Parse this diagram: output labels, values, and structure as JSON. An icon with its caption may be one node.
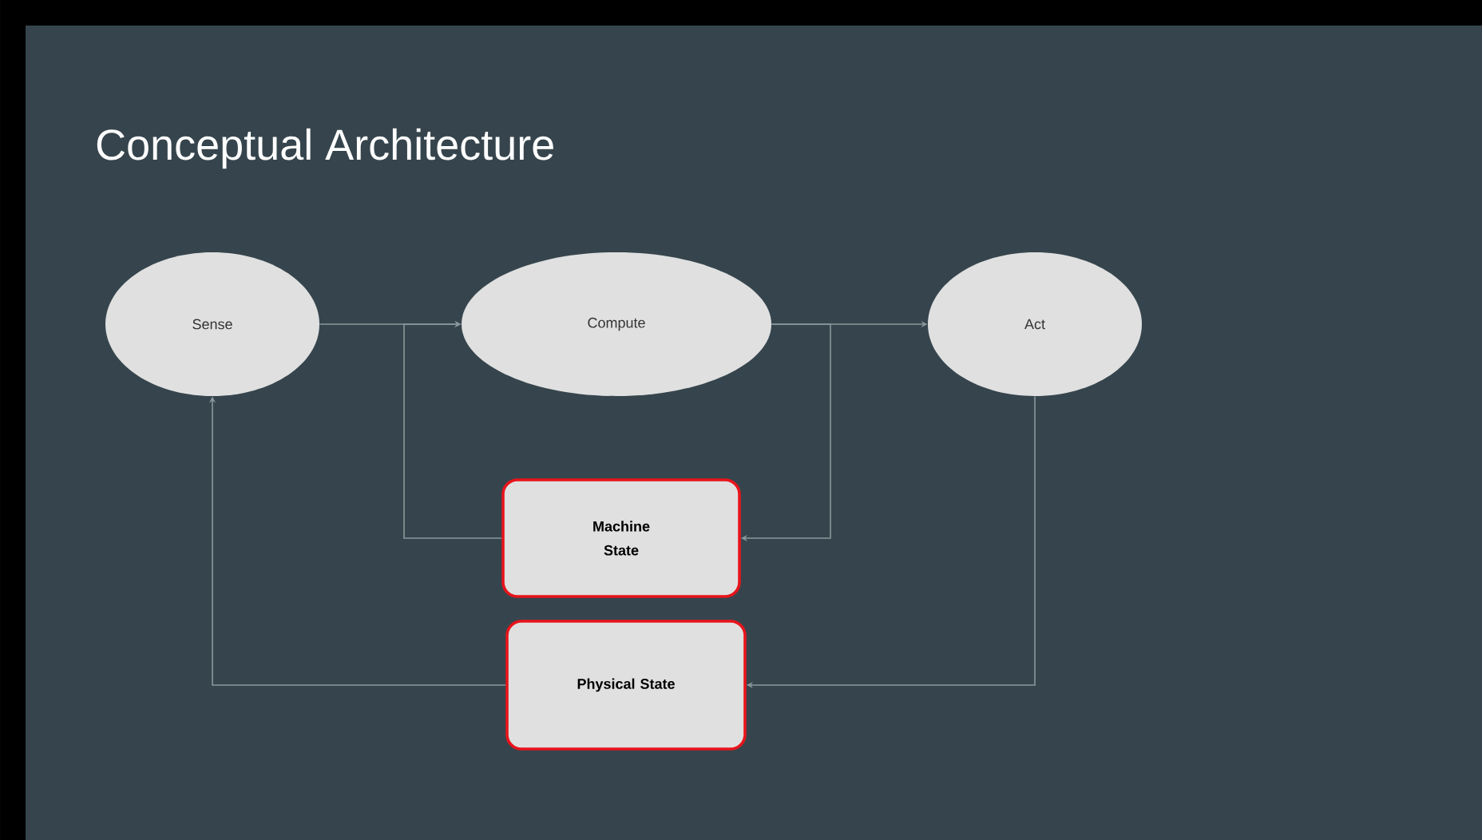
{
  "diagram": {
    "title": "Conceptual Architecture",
    "nodes": [
      {
        "text": [
          "Sense"
        ]
      },
      {
        "text": [
          "Compute"
        ]
      },
      {
        "text": [
          "Act"
        ]
      },
      {
        "text": [
          "Machine State"
        ]
      },
      {
        "text": [
          "Physical State"
        ]
      }
    ],
    "edges": [
      {
        "from": 0,
        "to": 1,
        "arrow": "to"
      },
      {
        "from": 3,
        "to": 1,
        "arrow": "to"
      },
      {
        "from": 1,
        "to": 2,
        "arrow": "to"
      },
      {
        "from": 1,
        "to": 3,
        "arrow": "to"
      },
      {
        "from": 2,
        "to": 4,
        "arrow": "to"
      },
      {
        "from": 4,
        "to": 0,
        "arrow": "to"
      }
    ]
  }
}
